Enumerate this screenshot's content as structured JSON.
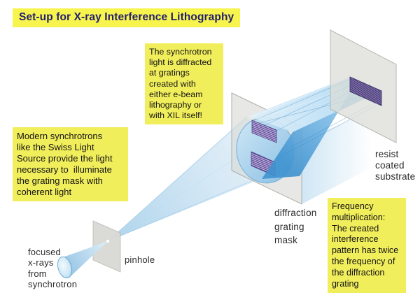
{
  "title": "Set-up for X-ray Interference Lithography",
  "notes": {
    "diffraction": "The synchrotron\nlight is diffracted\nat gratings\ncreated with\neither e-beam\nlithography or\nwith XIL itself!",
    "source": "Modern synchrotrons\nlike the Swiss Light\nSource provide the light\nnecessary to  illuminate\nthe grating mask with\ncoherent light",
    "frequency": "Frequency\nmultiplication:\nThe created\ninterference\npattern has twice\nthe frequency of\nthe diffraction\ngrating"
  },
  "labels": {
    "source": "focused\nx-rays\nfrom\nsynchrotron",
    "pinhole": "pinhole",
    "mask": "diffraction\ngrating\nmask",
    "substrate": "resist\ncoated\nsubstrate"
  },
  "colors": {
    "title-bg": "#f7f44e",
    "title-text": "#221e6e",
    "note-bg": "#f1ee5c",
    "note-text": "#131313",
    "label-text": "#2b2b2b",
    "beam-blue": "#a9d3ec",
    "beam-deep": "#4f9cd4",
    "plate-gray": "#d8d9d3",
    "grating-purple": "#55428e"
  }
}
